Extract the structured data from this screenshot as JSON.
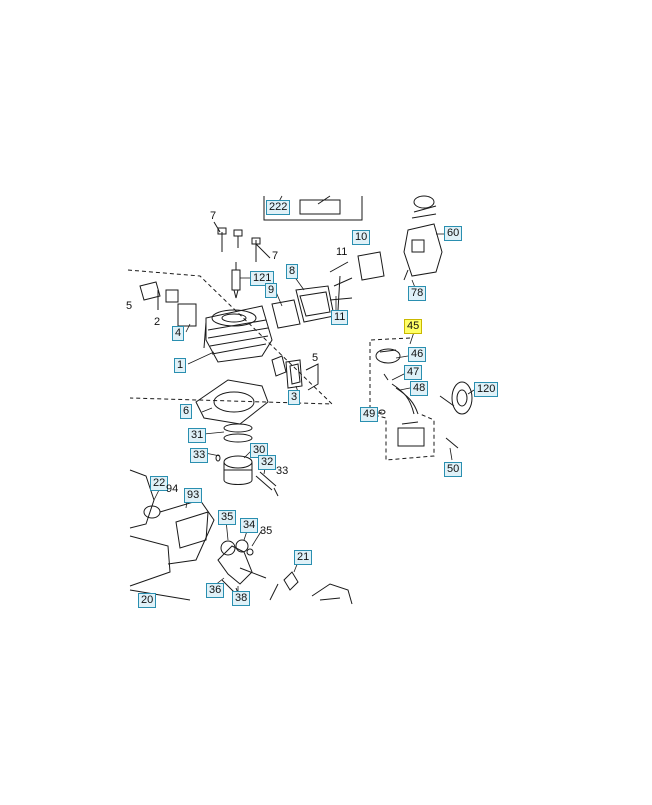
{
  "colors": {
    "line": "#1a1a1a",
    "label_box_border": "#2a8fb0",
    "label_box_fill": "#dff1f8",
    "highlight": "#ffff66"
  },
  "highlighted_part": "45",
  "labels": {
    "p222": "222",
    "p7a": "7",
    "p7b": "7",
    "p10": "10",
    "p60": "60",
    "p11a": "11",
    "p11b": "11",
    "p121": "121",
    "p8": "8",
    "p9": "9",
    "p5a": "5",
    "p2": "2",
    "p4": "4",
    "p1": "1",
    "p78": "78",
    "p45": "45",
    "p46": "46",
    "p47": "47",
    "p48": "48",
    "p49": "49",
    "p120": "120",
    "p50": "50",
    "p5b": "5",
    "p3": "3",
    "p6": "6",
    "p31": "31",
    "p30": "30",
    "p33a": "33",
    "p32": "32",
    "p33b": "33",
    "p22": "22",
    "p94": "94",
    "p93": "93",
    "p35a": "35",
    "p34": "34",
    "p35b": "35",
    "p21": "21",
    "p36": "36",
    "p38": "38",
    "p20": "20"
  }
}
